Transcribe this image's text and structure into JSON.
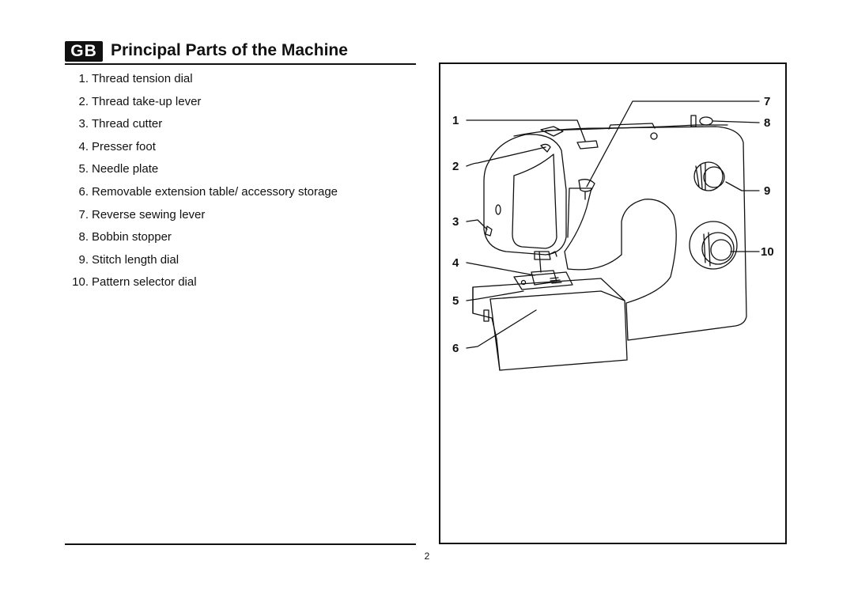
{
  "header": {
    "badge": "GB",
    "title": "Principal Parts of the Machine"
  },
  "parts": [
    {
      "num": "1.",
      "label": "Thread tension dial"
    },
    {
      "num": "2.",
      "label": "Thread take-up lever"
    },
    {
      "num": "3.",
      "label": "Thread cutter"
    },
    {
      "num": "4.",
      "label": "Presser foot"
    },
    {
      "num": "5.",
      "label": "Needle plate"
    },
    {
      "num": "6.",
      "label": "Removable extension table/ accessory storage"
    },
    {
      "num": "7.",
      "label": "Reverse sewing lever"
    },
    {
      "num": "8.",
      "label": "Bobbin stopper"
    },
    {
      "num": "9.",
      "label": "Stitch length dial"
    },
    {
      "num": "10.",
      "label": "Pattern selector dial"
    }
  ],
  "callouts": [
    "1",
    "2",
    "3",
    "4",
    "5",
    "6",
    "7",
    "8",
    "9",
    "10"
  ],
  "page_number": "2"
}
